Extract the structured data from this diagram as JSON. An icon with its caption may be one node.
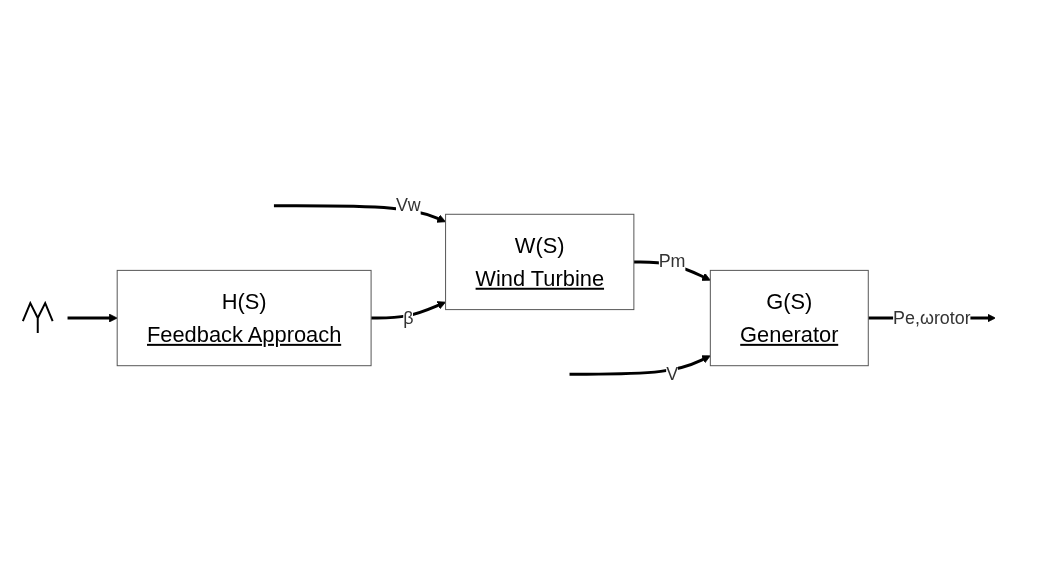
{
  "diagram": {
    "nodes": [
      {
        "text": [
          "W(S)",
          "Wind Turbine"
        ]
      },
      {
        "text": [
          "G(S)",
          "Generator"
        ]
      },
      {
        "text": [
          "H(S)",
          "Feedback Approach"
        ]
      },
      {
        "text": [],
        "shape": "picture"
      }
    ],
    "edges": [
      {
        "from": null,
        "to": 0,
        "arrow": "to",
        "label": "Vw"
      },
      {
        "from": 2,
        "to": 0,
        "arrow": "to",
        "label": "β"
      },
      {
        "from": 0,
        "to": 1,
        "arrow": "to",
        "label": "Pm"
      },
      {
        "from": null,
        "to": 1,
        "arrow": "to",
        "label": "V"
      },
      {
        "from": 1,
        "to": null,
        "arrow": "to",
        "label": "Pe,ωrotor"
      },
      {
        "from": 3,
        "to": 2,
        "arrow": "to"
      }
    ]
  }
}
